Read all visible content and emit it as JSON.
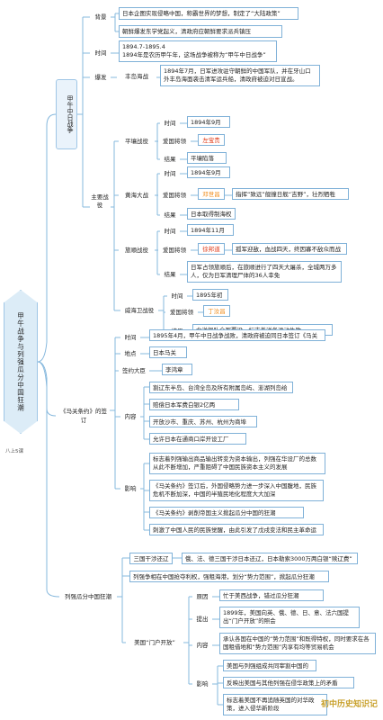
{
  "root_title": "甲午战争与列强瓜分中国狂潮",
  "grade_tag": "八上5课",
  "watermark": "初中历史知识记",
  "sino_japanese_war": {
    "title": "甲午中日战争",
    "background_label": "背景",
    "background_items": [
      "日本企图实现侵略中国，称霸世界的梦想，制定了“大陆政策”",
      "朝鲜爆发东学党起义，清政府应朝鲜要求派兵镇压"
    ],
    "time_label": "时间",
    "time_text": "1894.7-1895.4\n1894年是农历甲午年，这场战争被称为“甲午中日战争”",
    "outbreak_label": "爆发",
    "outbreak_battle": "丰岛海战",
    "outbreak_text": "1894年7月，日军进攻驻守朝鲜的中国军队，并在牙山口外丰岛海面袭击清军运兵船，清政府被迫对日宣战。",
    "main_battles_label": "主要战役",
    "battles": [
      {
        "name": "平壤战役",
        "time_label": "时间",
        "time": "1894年9月",
        "general_label": "爱国将领",
        "general": "左宝贵",
        "deed": "",
        "result_label": "结果",
        "result": "平壤陷落"
      },
      {
        "name": "黄海大战",
        "time_label": "时间",
        "time": "1894年9月",
        "general_label": "爱国将领",
        "general": "邓世昌",
        "deed": "指挥“致远”舰撞日舰“吉野”，壮烈牺牲",
        "result_label": "结果",
        "result": "日本取得制海权"
      },
      {
        "name": "旅顺战役",
        "time_label": "时间",
        "time": "1894年11月",
        "general_label": "爱国将领",
        "general": "徐邦道",
        "deed": "孤军迎敌，血战四天，终因寡不敌众而战败",
        "result_label": "结果",
        "result": "日军占领旅顺后，在旅顺进行了四天大屠杀，全城两万多人，仅为日军清理尸体的36人幸免"
      },
      {
        "name": "威海卫战役",
        "time_label": "时间",
        "time": "1895年初",
        "general_label": "爱国将领",
        "general": "丁汝昌",
        "deed": "",
        "result_label": "结果",
        "result": "北洋舰队全军覆没，标志着洋务运动失败"
      }
    ]
  },
  "treaty": {
    "title": "《马关条约》的签订",
    "time_label": "时间",
    "time": "1895年4月，甲午中日战争战败，清政府被迫同日本签订《马关条约》",
    "place_label": "地点",
    "place": "日本马关",
    "signer_label": "签约大臣",
    "signer": "李鸿章",
    "content_label": "内容",
    "contents": [
      "割辽东半岛、台湾全岛及所有附属岛屿、澎湖列岛给日本",
      "赔偿日本军费白银2亿两",
      "开放沙市、重庆、苏州、杭州为商埠",
      "允许日本在通商口岸开设工厂"
    ],
    "impact_label": "影响",
    "impacts": [
      "标志着列强输出商品输出转变为资本输出，列强在华设厂的总数从此不断增加，严重阻碍了中国民族资本主义的发展",
      "《马关条约》签订后，外国侵略势力进一步深入中国腹地，民族危机不断加深，中国的半殖民地化程度大大加深",
      "《马关条约》剥削帝国主义掀起瓜分中国的狂潮",
      "刺激了中国人民的民族觉醒，由此引发了戊戌变法和民主革命运动"
    ]
  },
  "partition": {
    "title": "列强瓜分中国狂潮",
    "triple_label": "三国干涉还辽",
    "triple_text": "俄、法、德三国干涉日本还辽，日本勒索3000万两白银“赎辽费”",
    "spheres_text": "列强争相在中国抢夺利权，强租海港，划分“势力范围”，掀起瓜分狂潮",
    "open_door_label": "美国“门户开放”",
    "reason_label": "原因",
    "reason": "忙于美西战争，错过瓜分狂潮",
    "proposal_label": "提出",
    "proposal": "1899年，美国向英、俄、德、日、意、法六国提出“门户开放”的照会",
    "content_label": "内容",
    "content": "承认各国在中国的“势力范围”和既得特权，同时要求在各国租借地和“势力范围”内享有均等贸易机会",
    "impact_label": "影响",
    "impacts": [
      "美国与列强组成共同宰割中国的同盟",
      "反映出美国与其他列强在侵华政策上的矛盾",
      "标志着美国不再追随英国的对华政策，进入侵华新阶段"
    ]
  }
}
